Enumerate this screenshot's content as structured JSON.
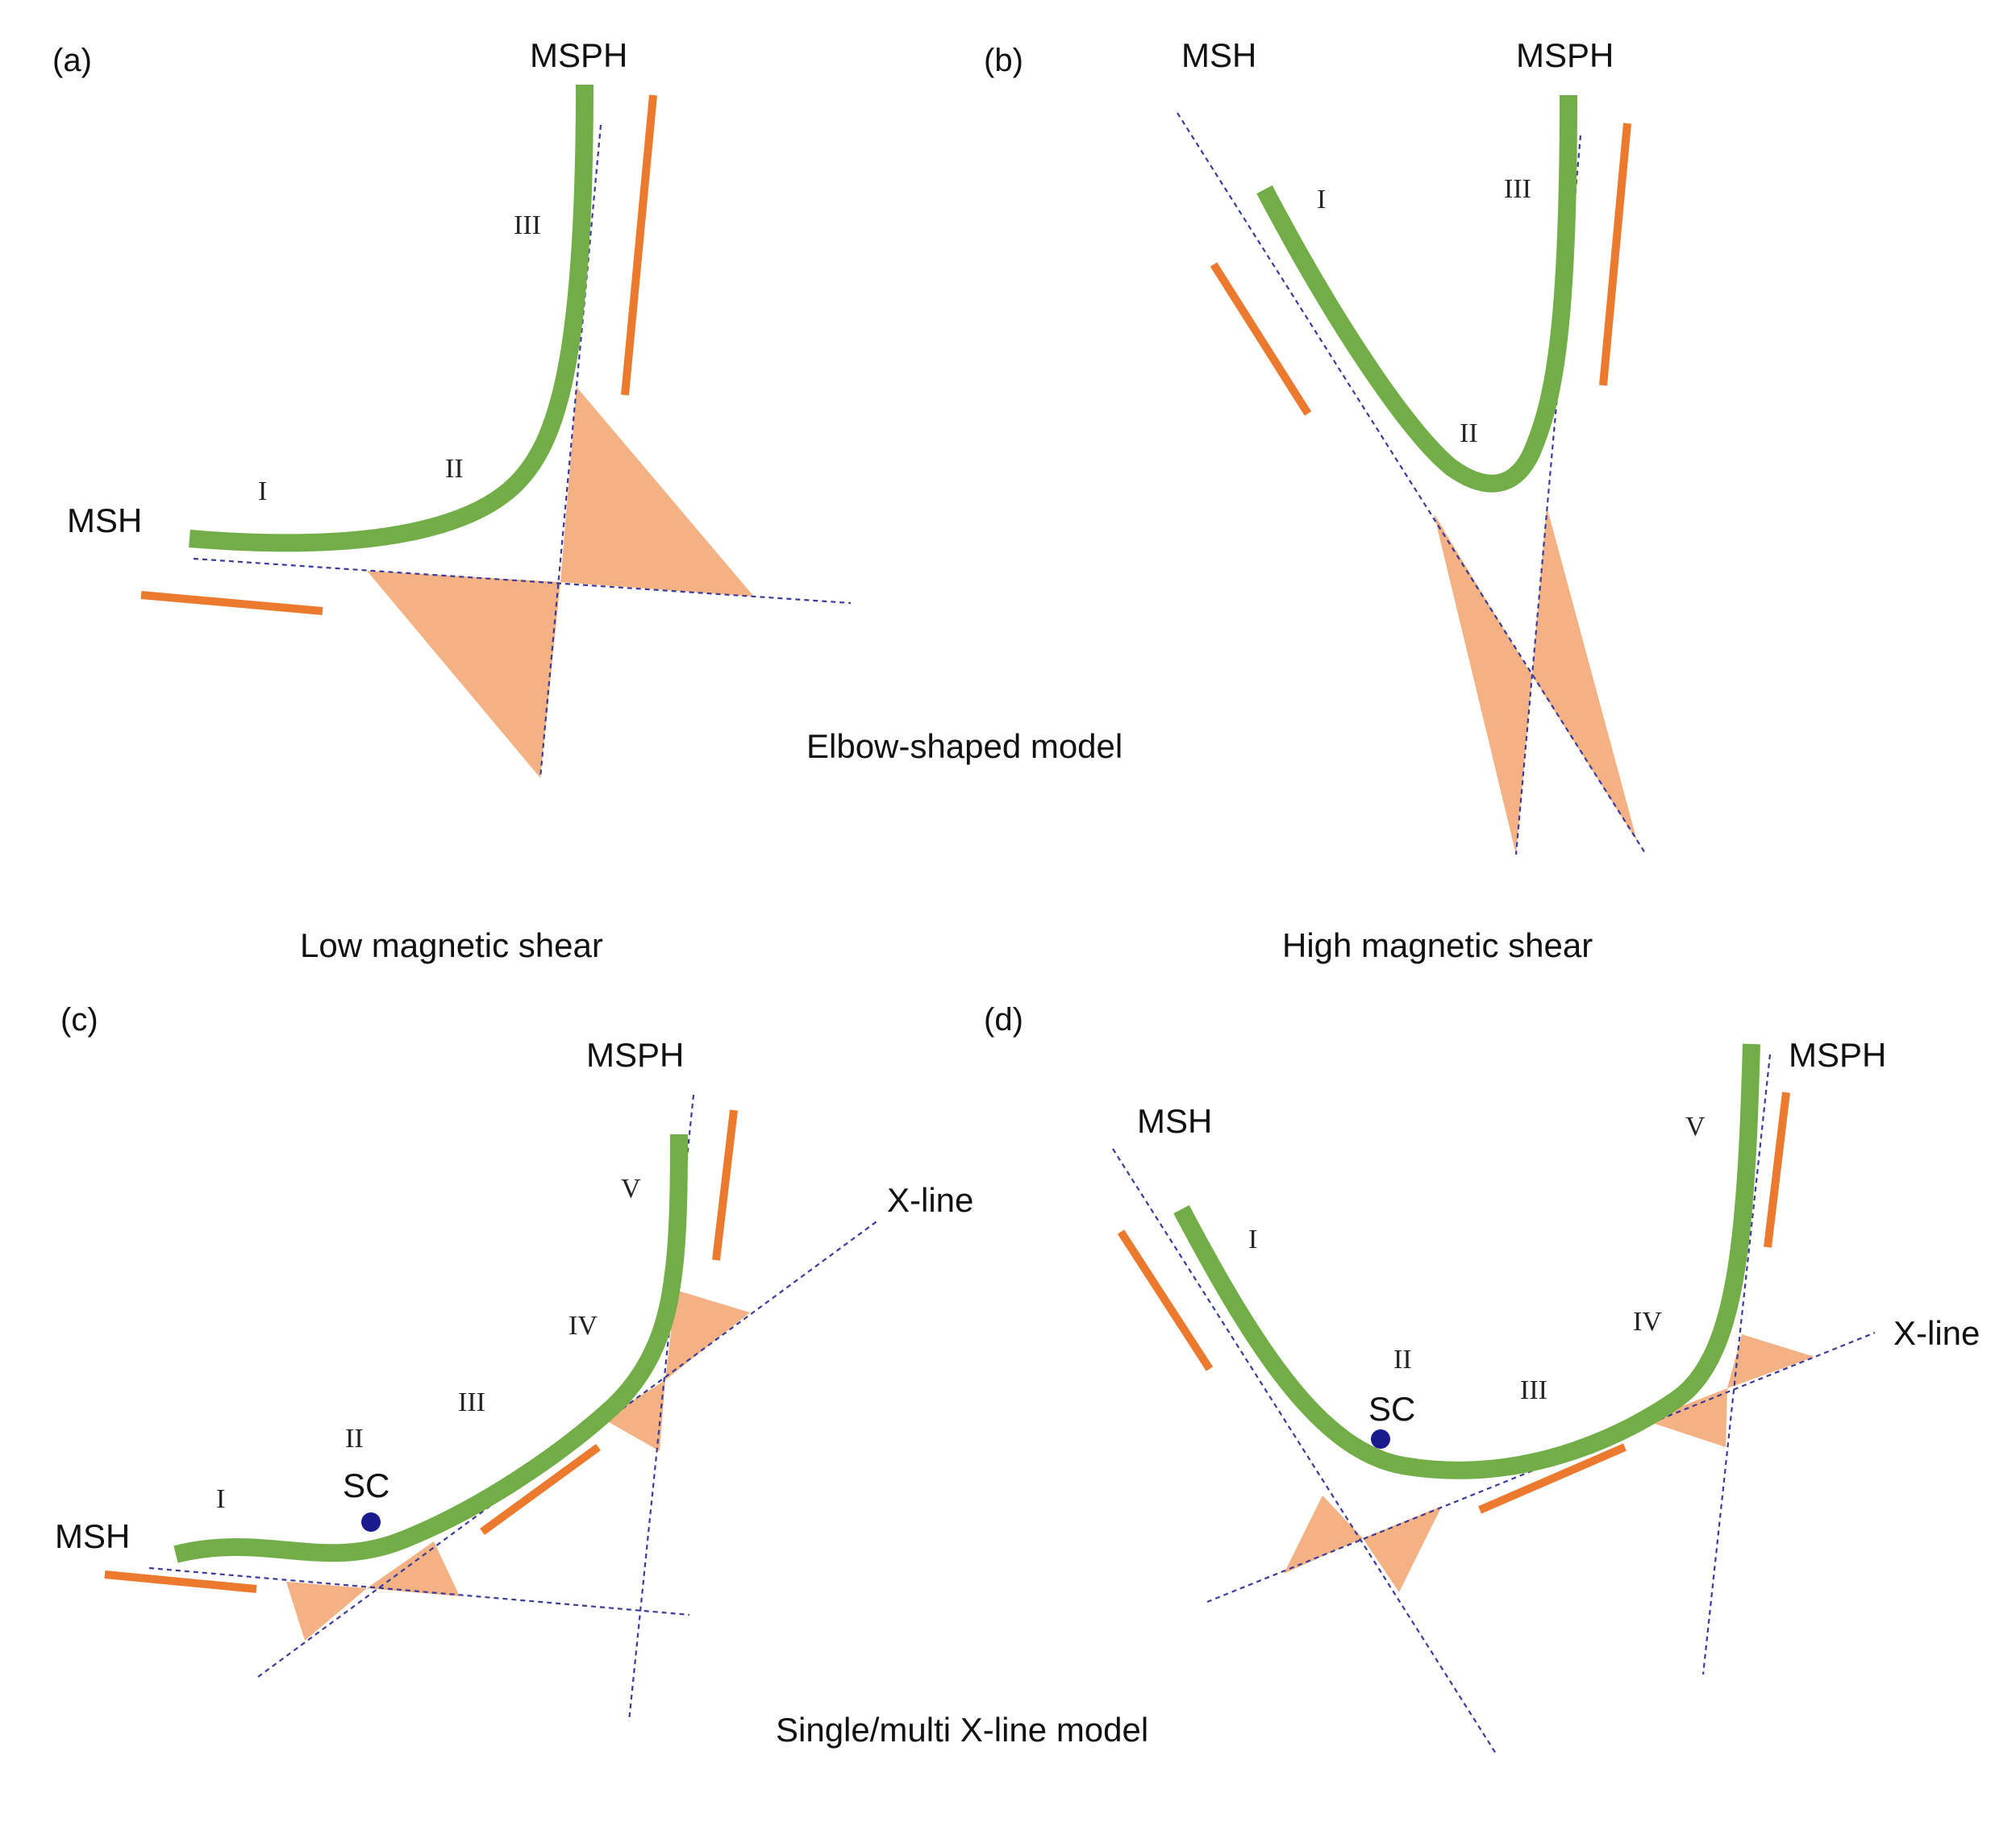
{
  "colors": {
    "field_line": "#72ad47",
    "flow_bar": "#ec7a2e",
    "exhaust": "#f4b183",
    "separatrix": "#3b3b9a",
    "spacecraft": "#1a1a8c"
  },
  "panels": {
    "a": {
      "tag": "(a)",
      "msh": "MSH",
      "msph": "MSPH",
      "regions": [
        "I",
        "II",
        "III"
      ]
    },
    "b": {
      "tag": "(b)",
      "msh": "MSH",
      "msph": "MSPH",
      "regions": [
        "I",
        "II",
        "III"
      ]
    },
    "c": {
      "tag": "(c)",
      "msh": "MSH",
      "msph": "MSPH",
      "xline": "X-line",
      "sc": "SC",
      "regions": [
        "I",
        "II",
        "III",
        "IV",
        "V"
      ]
    },
    "d": {
      "tag": "(d)",
      "msh": "MSH",
      "msph": "MSPH",
      "xline": "X-line",
      "sc": "SC",
      "regions": [
        "I",
        "II",
        "III",
        "IV",
        "V"
      ]
    }
  },
  "captions": {
    "elbow": "Elbow-shaped model",
    "low_shear": "Low magnetic shear",
    "high_shear": "High magnetic shear",
    "xline_model": "Single/multi X-line model"
  }
}
